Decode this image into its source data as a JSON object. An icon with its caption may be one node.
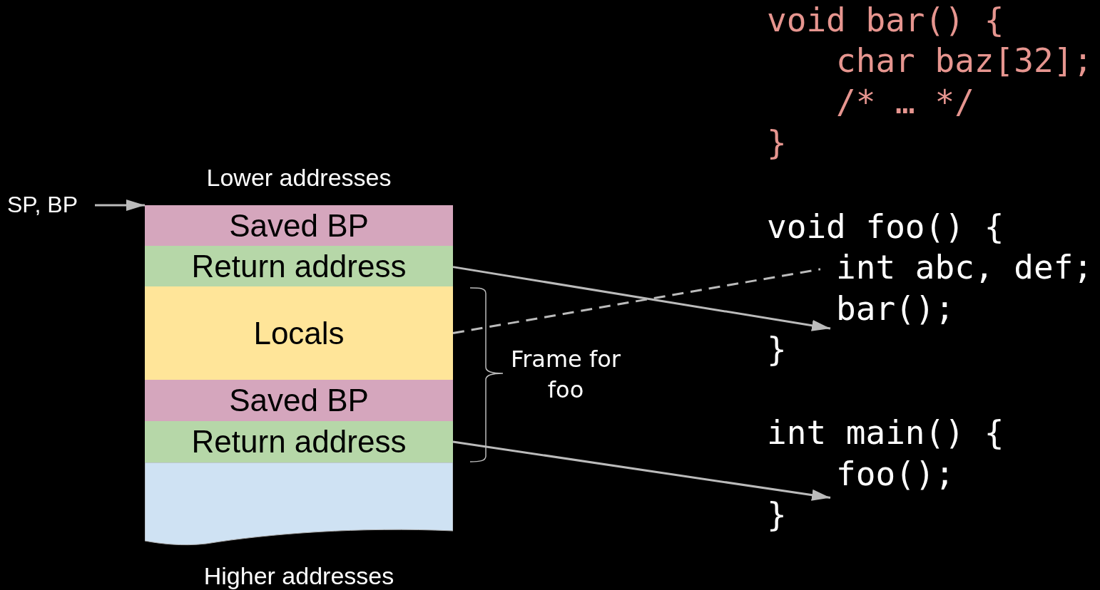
{
  "diagram": {
    "nodes": [
      {
        "text": [
          "SP, BP"
        ]
      },
      {
        "text": [
          "Saved BP"
        ]
      },
      {
        "text": [
          "Return address"
        ]
      },
      {
        "text": [
          "Locals"
        ]
      },
      {
        "text": [
          "Saved BP"
        ]
      },
      {
        "text": [
          "Return address"
        ]
      },
      {
        "text": [],
        "shape": "box"
      },
      {
        "text": [
          "int abc, def;"
        ]
      },
      {
        "text": [
          "bar();"
        ]
      },
      {
        "text": [
          "foo();"
        ]
      }
    ],
    "edges": [
      {
        "from": 0,
        "to": 1,
        "arrow": "to"
      },
      {
        "from": 2,
        "to": 8,
        "arrow": "to"
      },
      {
        "from": 3,
        "to": 7,
        "arrow": "none",
        "style": "dashed"
      },
      {
        "from": 5,
        "to": 9,
        "arrow": "to"
      }
    ],
    "labels": [
      "Lower addresses",
      "Frame for foo",
      "Higher addresses",
      "void bar() {",
      "char baz[32];",
      "/* … */",
      "}",
      "void foo() {",
      "}",
      "int main() {",
      "}"
    ]
  }
}
